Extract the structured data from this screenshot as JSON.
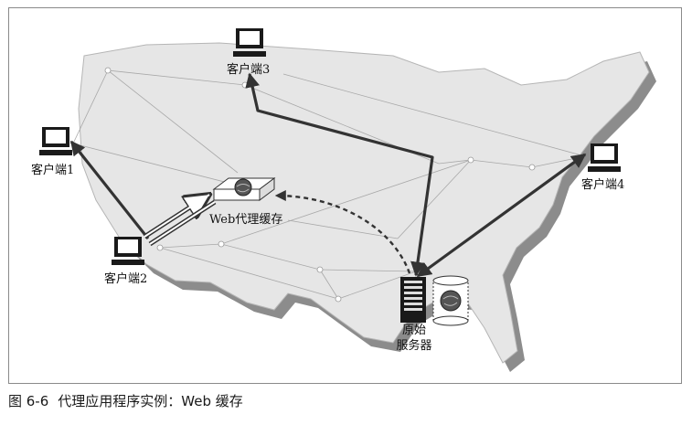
{
  "figure": {
    "nodes": {
      "client1": "客户端1",
      "client2": "客户端2",
      "client3": "客户端3",
      "client4": "客户端4",
      "proxy_cache": "Web代理缓存",
      "origin_server_line1": "原始",
      "origin_server_line2": "服务器"
    }
  },
  "caption": {
    "number": "图 6-6",
    "text": "代理应用程序实例：Web 缓存"
  }
}
